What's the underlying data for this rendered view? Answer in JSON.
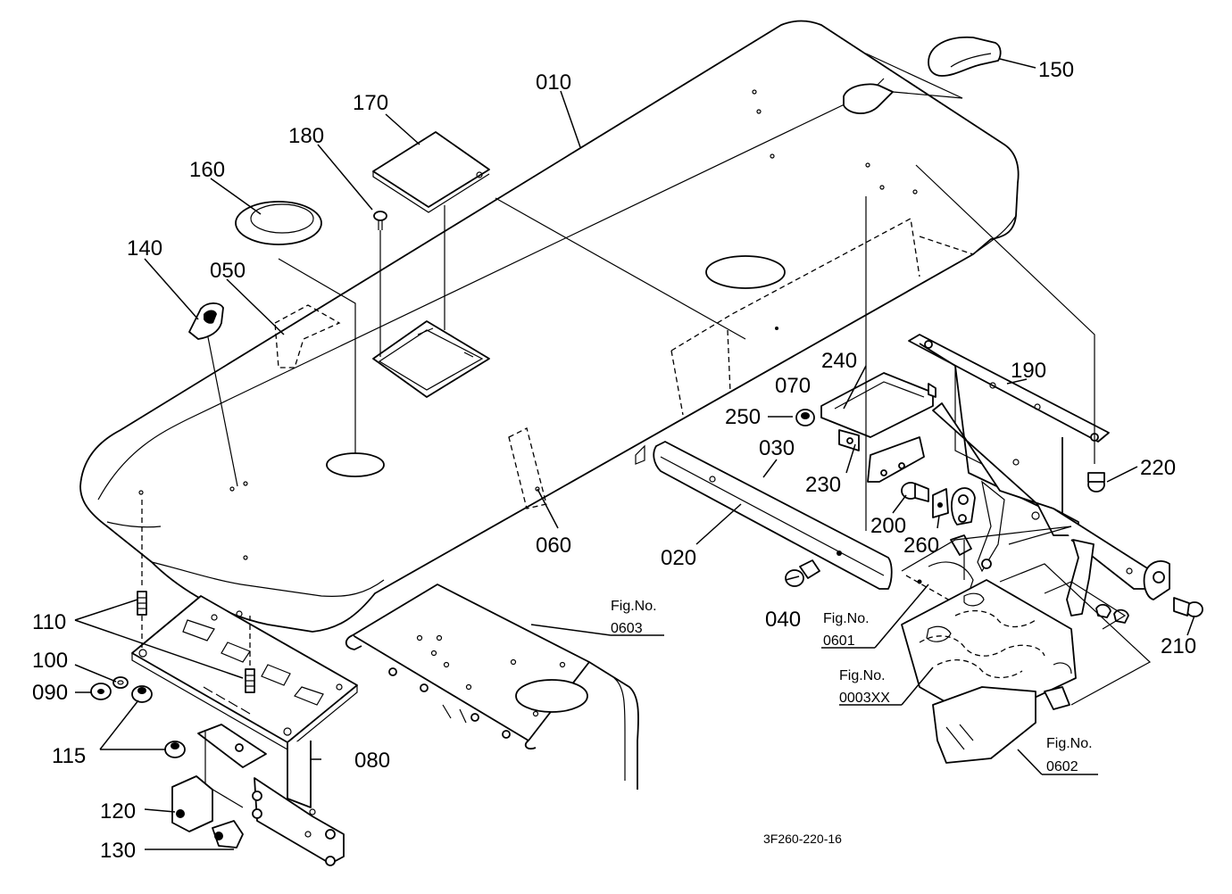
{
  "diagram": {
    "part_labels": {
      "p010": "010",
      "p020": "020",
      "p030": "030",
      "p040": "040",
      "p050": "050",
      "p060": "060",
      "p070": "070",
      "p080": "080",
      "p090": "090",
      "p100": "100",
      "p110": "110",
      "p115": "115",
      "p120": "120",
      "p130": "130",
      "p140": "140",
      "p150": "150",
      "p160": "160",
      "p170": "170",
      "p180": "180",
      "p190": "190",
      "p200": "200",
      "p210": "210",
      "p220": "220",
      "p230": "230",
      "p240": "240",
      "p250": "250",
      "p260": "260"
    },
    "figure_refs": {
      "fig0603": {
        "caption": "Fig.No.",
        "number": "0603"
      },
      "fig0601": {
        "caption": "Fig.No.",
        "number": "0601"
      },
      "fig0003": {
        "caption": "Fig.No.",
        "number": "0003XX"
      },
      "fig0602": {
        "caption": "Fig.No.",
        "number": "0602"
      }
    },
    "drawing_code": "3F260-220-16",
    "line_color": "#000000",
    "background_color": "#ffffff"
  }
}
